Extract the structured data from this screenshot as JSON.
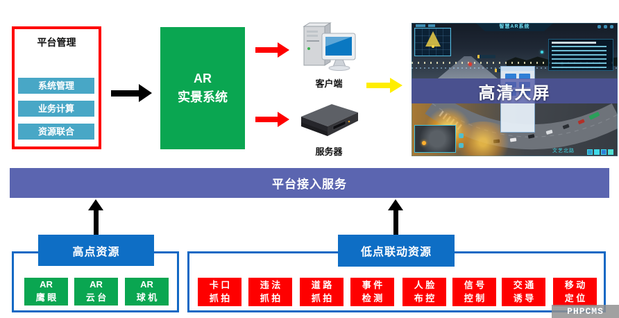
{
  "colors": {
    "red": "#fe0000",
    "green": "#0aa651",
    "teal": "#48a7c6",
    "blue_header": "#0e6ec5",
    "blue_border": "#1268c4",
    "banner_purple": "#5b65b0",
    "arrow_yellow": "#ffee00",
    "arrow_black": "#000000"
  },
  "platform_mgmt": {
    "title": "平台管理",
    "items": [
      {
        "label": "系统管理"
      },
      {
        "label": "业务计算"
      },
      {
        "label": "资源联合"
      }
    ]
  },
  "ar_system": {
    "line1": "AR",
    "line2": "实景系统"
  },
  "client": {
    "label": "客户端"
  },
  "server": {
    "label": "服务器"
  },
  "big_screen": {
    "title": "高清大屏",
    "system_header": "智慧AR系统",
    "caption": "文艺北路"
  },
  "access_service": {
    "label": "平台接入服务"
  },
  "high_point": {
    "title": "高点资源",
    "items": [
      {
        "line1": "AR",
        "line2": "鹰 眼"
      },
      {
        "line1": "AR",
        "line2": "云 台"
      },
      {
        "line1": "AR",
        "line2": "球 机"
      }
    ]
  },
  "low_point": {
    "title": "低点联动资源",
    "items": [
      {
        "line1": "卡 口",
        "line2": "抓 拍"
      },
      {
        "line1": "违 法",
        "line2": "抓 拍"
      },
      {
        "line1": "道 路",
        "line2": "抓 拍"
      },
      {
        "line1": "事 件",
        "line2": "检 测"
      },
      {
        "line1": "人 脸",
        "line2": "布 控"
      },
      {
        "line1": "信 号",
        "line2": "控 制"
      },
      {
        "line1": "交 通",
        "line2": "诱 导"
      },
      {
        "line1": "移 动",
        "line2": "定 位"
      }
    ]
  },
  "watermark": {
    "label": "PHPCMS"
  }
}
